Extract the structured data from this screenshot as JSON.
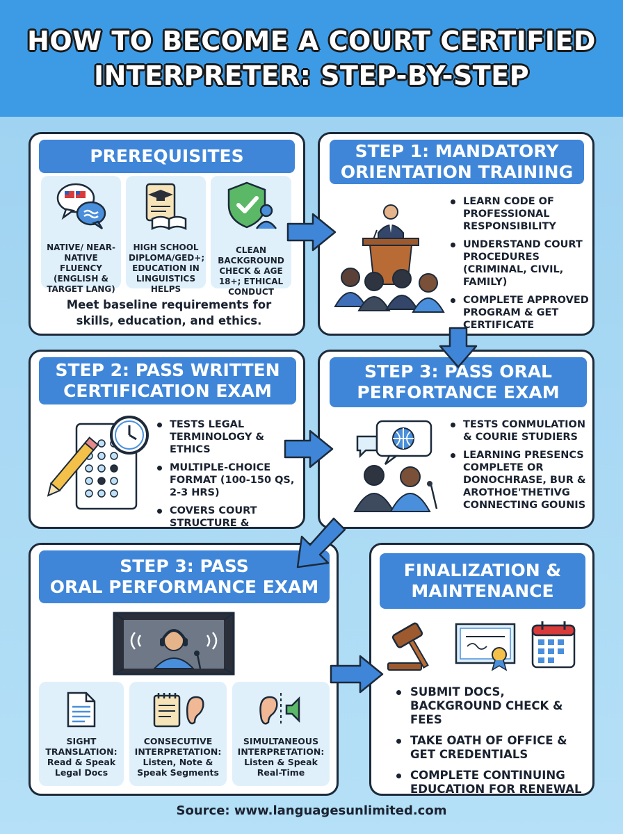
{
  "header": {
    "title_line1": "HOW TO BECOME A COURT CERTIFIED",
    "title_line2": "INTERPRETER: STEP-BY-STEP"
  },
  "prerequisites": {
    "title": "PREREQUISITES",
    "items": [
      {
        "icon": "speech-bubbles-flags-icon",
        "label": "NATIVE/ NEAR-NATIVE FLUENCY (ENGLISH & TARGET LANG)"
      },
      {
        "icon": "diploma-cap-book-icon",
        "label": "HIGH SCHOOL DIPLOMA/GED+; EDUCATION IN LINGUISTICS HELPS"
      },
      {
        "icon": "shield-check-person-icon",
        "label": "CLEAN BACKGROUND CHECK & AGE 18+; ETHICAL CONDUCT"
      }
    ],
    "summary": "Meet baseline requirements for skills, education, and ethics."
  },
  "step1": {
    "title_line1": "STEP 1: MANDATORY",
    "title_line2": "ORIENTATION TRAINING",
    "bullets": [
      "LEARN CODE OF PROFESSIONAL RESPONSIBILITY",
      "UNDERSTAND COURT PROCEDURES (CRIMINAL, CIVIL, FAMILY)",
      "COMPLETE APPROVED PROGRAM & GET CERTIFICATE"
    ]
  },
  "step2": {
    "title_line1": "STEP 2: PASS WRITTEN",
    "title_line2": "CERTIFICATION EXAM",
    "bullets": [
      "TESTS LEGAL TERMINOLOGY & ETHICS",
      "MULTIPLE-CHOICE FORMAT (100-150 QS, 2-3 HRS)",
      "COVERS COURT STRUCTURE & CULTURAL COMPETENCY"
    ]
  },
  "step3a": {
    "title_line1": "STEP 3: PASS ORAL",
    "title_line2": "PERFORTANCE EXAM",
    "bullets": [
      "TESTS CONMULATION & COURIE STUDIERS",
      "LEARNING PRESENCS COMPLETE OR DONOCHRASE, BUR & AROTHOE'THETIVG CONNECTING GOUNIS"
    ]
  },
  "step3b": {
    "title_line1": "STEP 3: PASS",
    "title_line2": "ORAL PERFORMANCE EXAM",
    "modes": [
      {
        "icon": "document-icon",
        "label": "SIGHT TRANSLATION:",
        "sub": "Read & Speak Legal Docs"
      },
      {
        "icon": "notepad-ear-icon",
        "label": "CONSECUTIVE INTERPRETATION:",
        "sub": "Listen, Note & Speak Segments"
      },
      {
        "icon": "ear-speaker-icon",
        "label": "SIMULTANEOUS INTERPRETATION:",
        "sub": "Listen & Speak Real-Time"
      }
    ]
  },
  "final": {
    "title_line1": "FINALIZATION &",
    "title_line2": "MAINTENANCE",
    "bullets": [
      "SUBMIT DOCS, BACKGROUND CHECK & FEES",
      "TAKE OATH OF OFFICE & GET CREDENTIALS",
      "COMPLETE CONTINUING EDUCATION FOR RENEWAL"
    ]
  },
  "source": "Source: www.languagesunlimited.com",
  "colors": {
    "header_bg": "#3d9be6",
    "title_bar": "#3f86d9",
    "arrow": "#3f86d9",
    "tile_bg": "#dff0fb"
  }
}
